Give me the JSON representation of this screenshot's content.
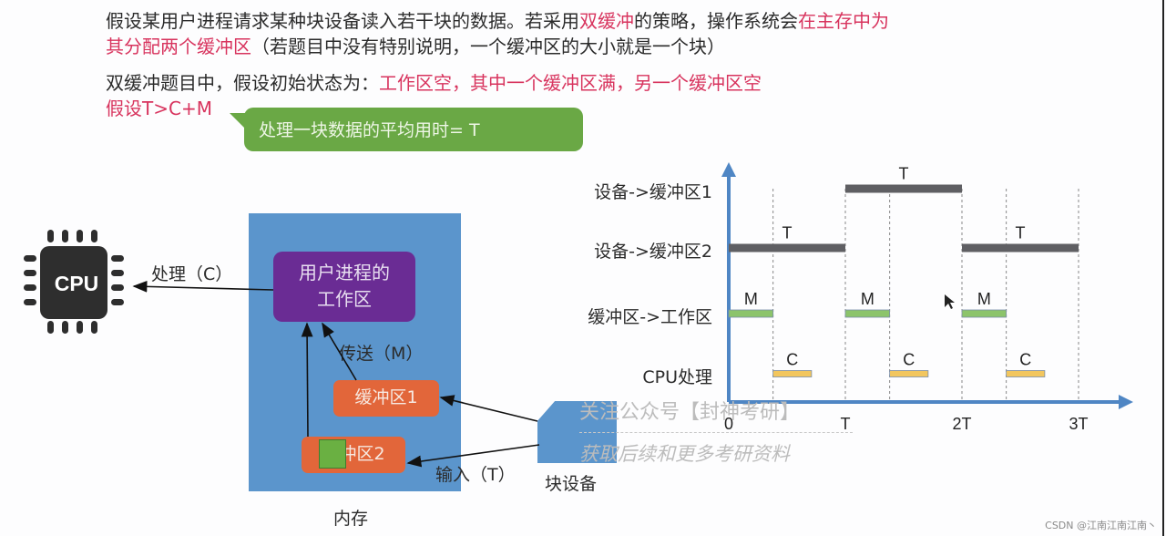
{
  "intro": {
    "line1_plain": "假设某用户进程请求某种块设备读入若干块的数据。若采用",
    "line1_red1": "双缓冲",
    "line1_mid": "的策略，操作系统会",
    "line1_red2": "在主存中为",
    "line2_red": "其分配两个缓冲区",
    "line2_plain": "（若题目中没有特别说明，一个缓冲区的大小就是一个块）",
    "line3_plain": "双缓冲题目中，假设初始状态为：",
    "line3_red": "工作区空，其中一个缓冲区满，另一个缓冲区空",
    "line4_red": "假设T>C+M"
  },
  "callout": {
    "text": "处理一块数据的平均用时= T"
  },
  "left_diagram": {
    "cpu_label": "CPU",
    "process_arrow_label": "处理（C）",
    "work_area_line1": "用户进程的",
    "work_area_line2": "工作区",
    "transfer_label": "传送（M）",
    "buffer1": "缓冲区1",
    "buffer2": "缓冲区2",
    "input_label": "输入（T）",
    "device_label": "块设备",
    "memory_label": "内存",
    "colors": {
      "memory": "#5b95cc",
      "work_area": "#6a2c94",
      "buffer": "#e2663a",
      "full_marker": "#6ab042"
    }
  },
  "chart_data": {
    "type": "gantt",
    "title": "",
    "rows": [
      "设备->缓冲区1",
      "设备->缓冲区2",
      "缓冲区->工作区",
      "CPU处理"
    ],
    "x_ticks": [
      "0",
      "T",
      "2T",
      "3T"
    ],
    "x_range_T": [
      0,
      3.3
    ],
    "segments": [
      {
        "row": "设备->缓冲区2",
        "start": 0,
        "end": 1,
        "label": "T",
        "color": "#5f5f63"
      },
      {
        "row": "设备->缓冲区1",
        "start": 1,
        "end": 2,
        "label": "T",
        "color": "#5f5f63"
      },
      {
        "row": "设备->缓冲区2",
        "start": 2,
        "end": 3,
        "label": "T",
        "color": "#5f5f63"
      },
      {
        "row": "缓冲区->工作区",
        "start": 0,
        "end": 0.38,
        "label": "M",
        "color": "#8cc46b"
      },
      {
        "row": "缓冲区->工作区",
        "start": 1,
        "end": 1.38,
        "label": "M",
        "color": "#8cc46b"
      },
      {
        "row": "缓冲区->工作区",
        "start": 2,
        "end": 2.38,
        "label": "M",
        "color": "#8cc46b"
      },
      {
        "row": "CPU处理",
        "start": 0.38,
        "end": 0.71,
        "label": "C",
        "color": "#f2c65e"
      },
      {
        "row": "CPU处理",
        "start": 1.38,
        "end": 1.71,
        "label": "C",
        "color": "#f2c65e"
      },
      {
        "row": "CPU处理",
        "start": 2.38,
        "end": 2.71,
        "label": "C",
        "color": "#f2c65e"
      }
    ],
    "guides_T": [
      0.38,
      1,
      1.38,
      2,
      2.38,
      3
    ],
    "axis_color": "#4f86c4"
  },
  "watermark": {
    "line1": "关注公众号【封神考研】",
    "line2": "获取后续和更多考研资料"
  },
  "footer": {
    "credit": "CSDN @江南江南江南丶"
  }
}
